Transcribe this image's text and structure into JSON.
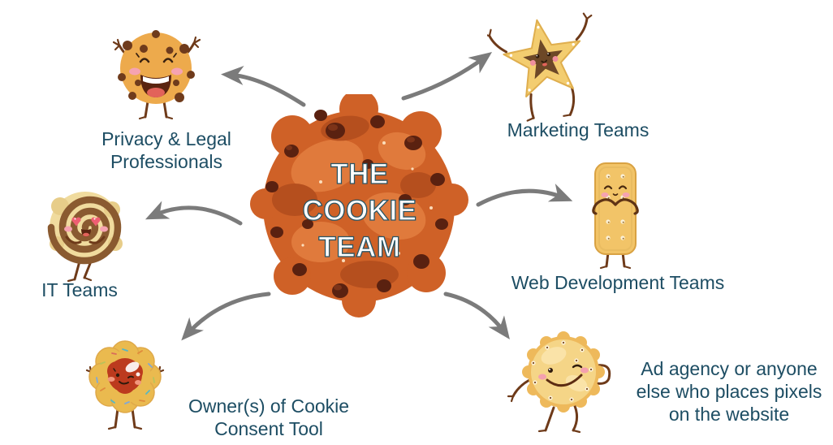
{
  "diagram": {
    "center": {
      "title_lines": [
        "THE",
        "COOKIE",
        "TEAM"
      ],
      "character": "chocolate-chip-cookie"
    },
    "nodes": [
      {
        "id": "privacy-legal",
        "character": "chocolate-chip-cookie-kid",
        "label_lines": [
          "Privacy & Legal",
          "Professionals"
        ]
      },
      {
        "id": "marketing",
        "character": "star-cookie",
        "label_lines": [
          "Marketing Teams"
        ]
      },
      {
        "id": "it",
        "character": "swirl-cookie",
        "label_lines": [
          "IT Teams"
        ]
      },
      {
        "id": "web-development",
        "character": "rectangle-biscuit",
        "label_lines": [
          "Web Development Teams"
        ]
      },
      {
        "id": "owner-consent-tool",
        "character": "flower-jam-cookie",
        "label_lines": [
          "Owner(s) of Cookie",
          "Consent Tool"
        ]
      },
      {
        "id": "ad-agency",
        "character": "round-cracker-cookie",
        "label_lines": [
          "Ad agency or anyone",
          "else who places pixels",
          "on the website"
        ]
      }
    ]
  },
  "colors": {
    "label_text": "#1d4d63",
    "arrow": "#7b7b7b",
    "title_fill": "#ffffff",
    "title_outline": "#2a5565",
    "background": "#ffffff"
  }
}
